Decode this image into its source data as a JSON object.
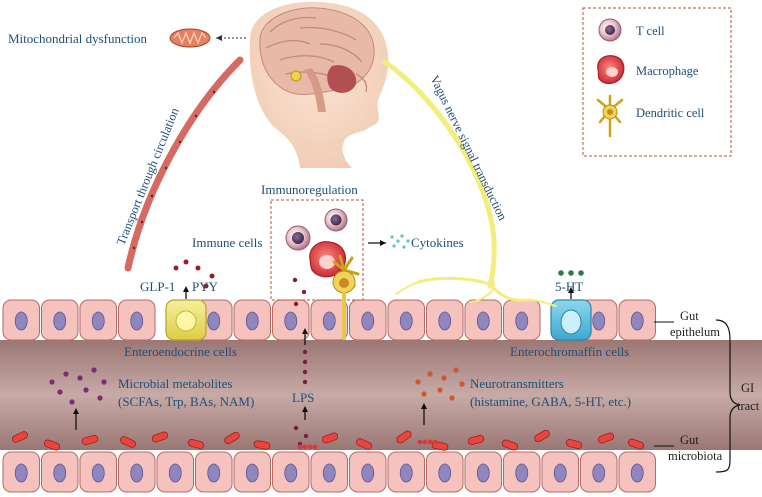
{
  "labels": {
    "mito": "Mitochondrial dysfunction",
    "transport": "Transport through circulation",
    "vagus": "Vagus nerve signal transduction",
    "immunoregulation": "Immunoregulation",
    "immune_cells": "Immune cells",
    "cytokines": "Cytokines",
    "glp1": "GLP-1",
    "pyy": "PYY",
    "ht5": "5-HT",
    "enteroendocrine": "Enteroendocrine cells",
    "enterochromaffin": "Enterochromaffin cells",
    "microbial_1": "Microbial metabolites",
    "microbial_2": "(SCFAs, Trp, BAs, NAM)",
    "lps": "LPS",
    "neuro_1": "Neurotransmitters",
    "neuro_2": "(histamine, GABA, 5-HT, etc.)",
    "gut_epi_1": "Gut",
    "gut_epi_2": "epithelum",
    "gi_1": "GI",
    "gi_2": "tract",
    "gut_mic_1": "Gut",
    "gut_mic_2": "microbiota"
  },
  "legend": [
    {
      "label": "T cell",
      "icon": "t-cell-icon"
    },
    {
      "label": "Macrophage",
      "icon": "macrophage-icon"
    },
    {
      "label": "Dendritic cell",
      "icon": "dendritic-cell-icon"
    }
  ],
  "colors": {
    "label_blue": "#1f4e79",
    "legend_border": "#b5533c",
    "circulation": "#cf5a52",
    "vagus": "#f2ee7a",
    "cell_pink": "#f6c2bd",
    "cell_outline": "#b26a66",
    "nucleus": "#8f86bd",
    "lumen": "#a98884",
    "enteroendocrine": "#ece27c",
    "enterochromaffin": "#6cc4e0"
  }
}
